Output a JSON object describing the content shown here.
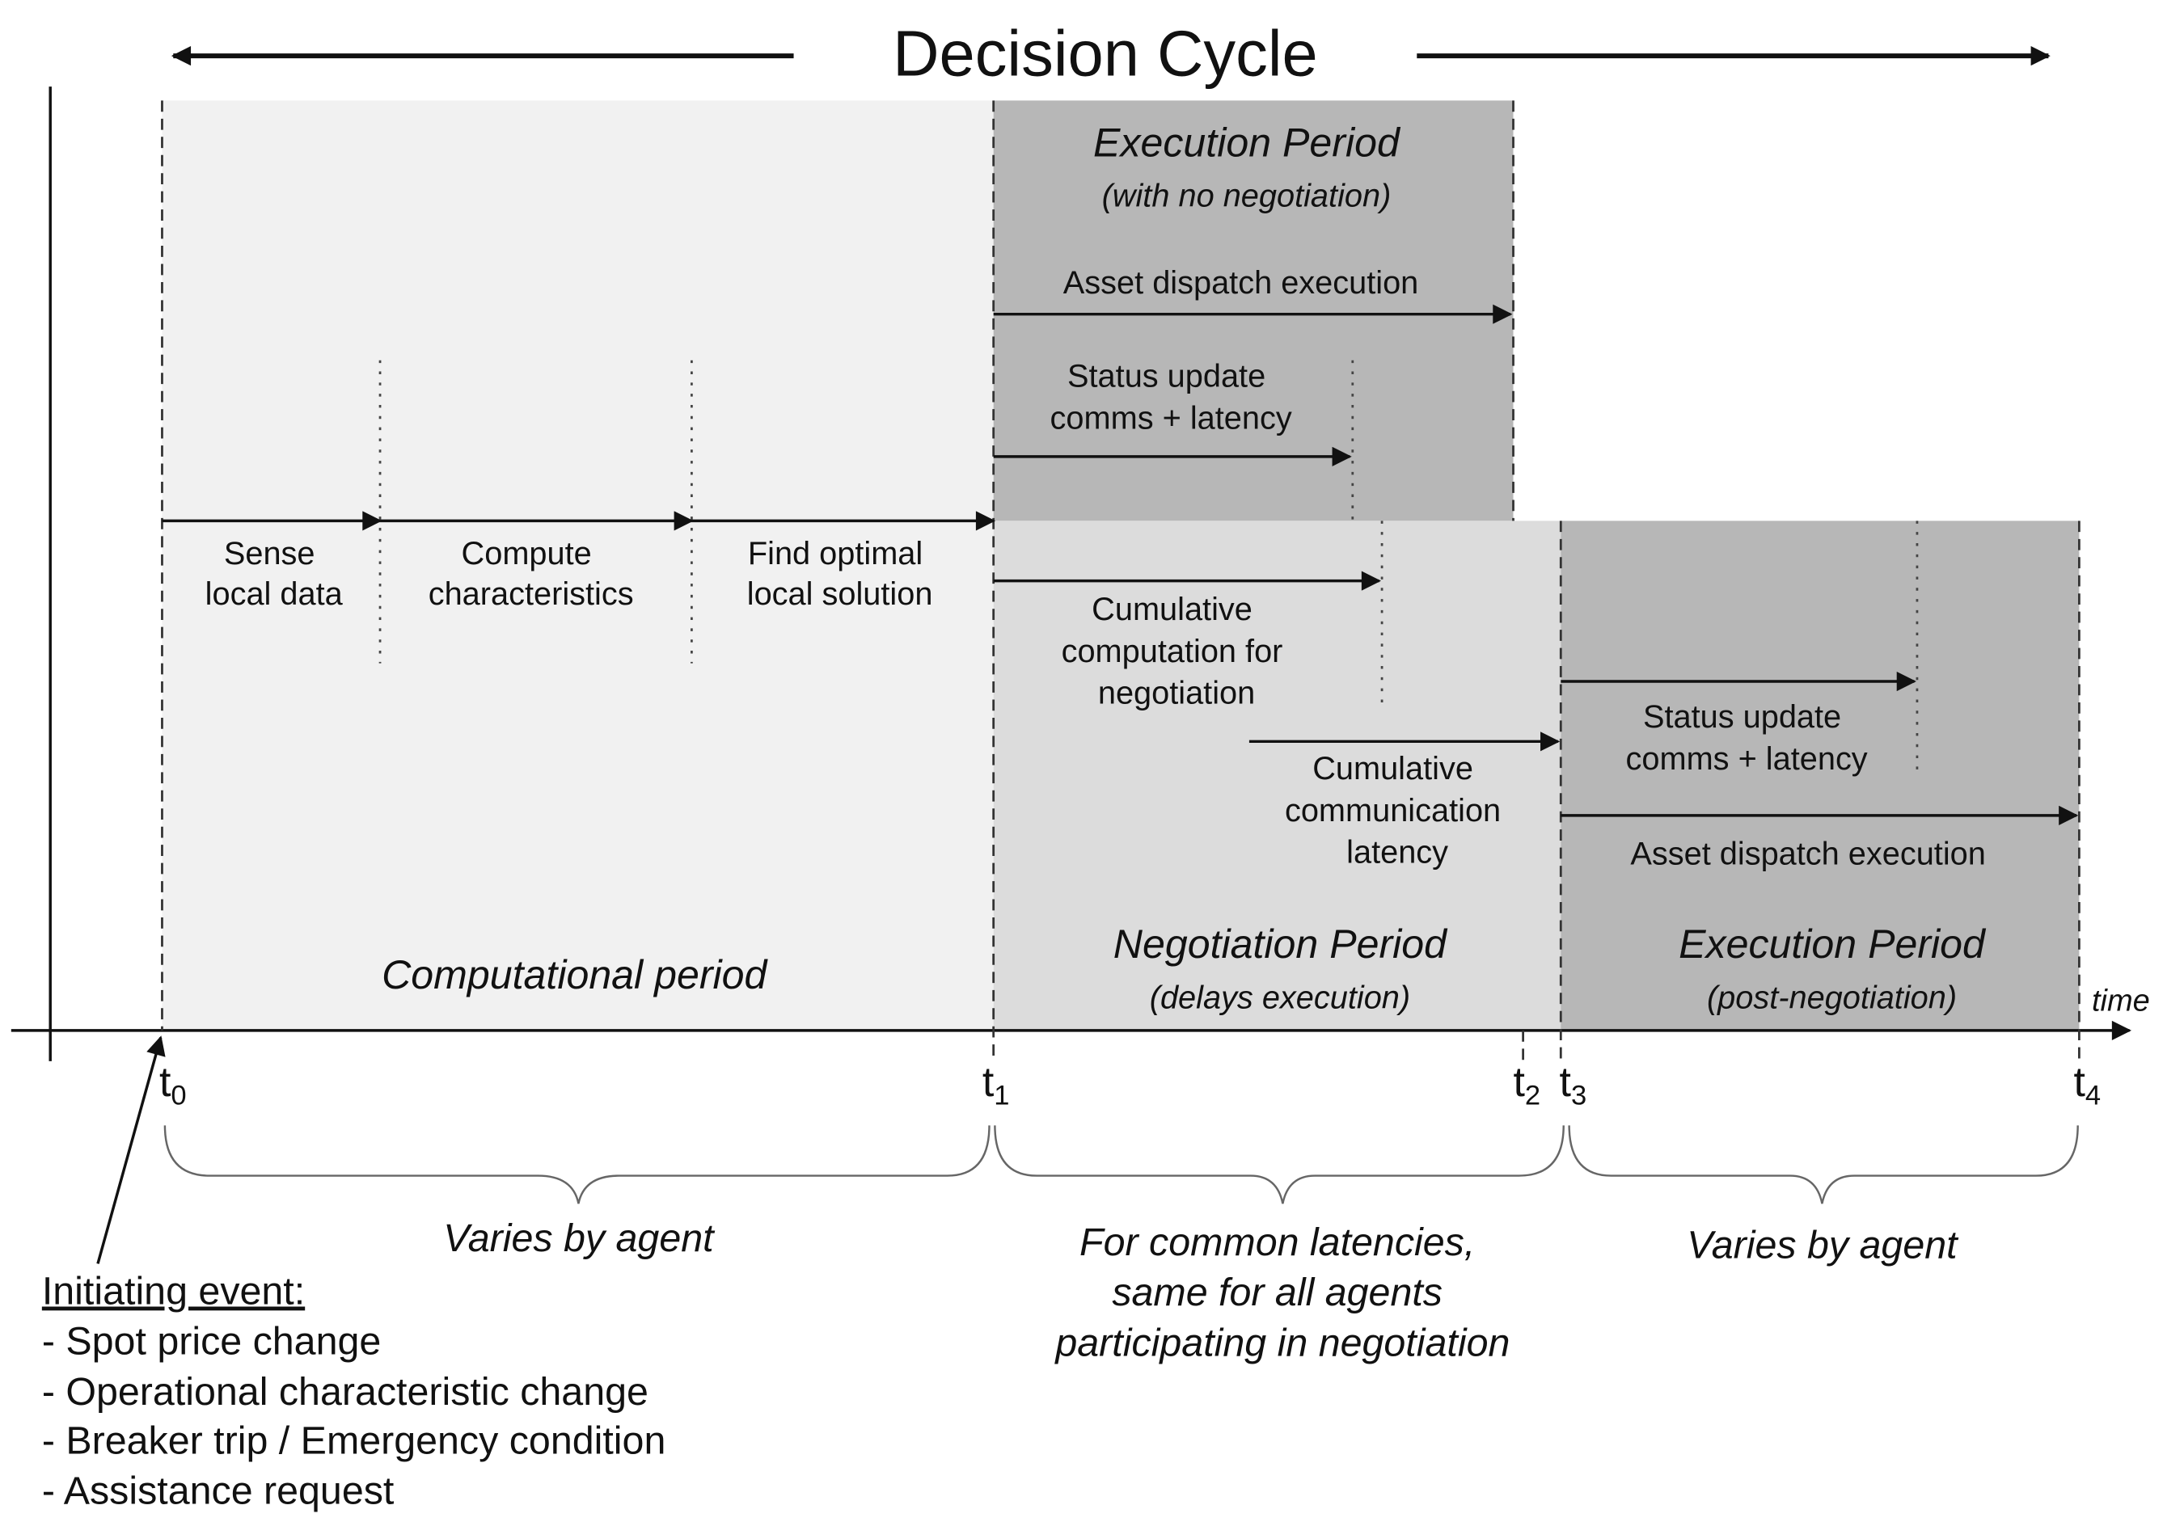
{
  "title": "Decision Cycle",
  "periods": {
    "computational": "Computational period",
    "execution_top": {
      "title": "Execution Period",
      "subtitle": "(with no negotiation)"
    },
    "negotiation": {
      "title": "Negotiation Period",
      "subtitle": "(delays execution)"
    },
    "execution_post": {
      "title": "Execution Period",
      "subtitle": "(post-negotiation)"
    }
  },
  "steps": {
    "sense": [
      "Sense",
      "local data"
    ],
    "compute": [
      "Compute",
      "characteristics"
    ],
    "find": [
      "Find optimal",
      "local solution"
    ]
  },
  "arrows": {
    "asset_dispatch_top": "Asset dispatch execution",
    "status_update_top": [
      "Status update",
      "comms + latency"
    ],
    "cumulative_computation": [
      "Cumulative",
      "computation for",
      "negotiation"
    ],
    "cumulative_communication": [
      "Cumulative",
      "communication",
      "latency"
    ],
    "status_update_right": [
      "Status update",
      "comms + latency"
    ],
    "asset_dispatch_right": "Asset dispatch execution"
  },
  "axis_label": "time",
  "time_labels": [
    {
      "base": "t",
      "sub": "0"
    },
    {
      "base": "t",
      "sub": "1"
    },
    {
      "base": "t",
      "sub": "2"
    },
    {
      "base": "t",
      "sub": "3"
    },
    {
      "base": "t",
      "sub": "4"
    }
  ],
  "braces": {
    "left": "Varies by agent",
    "middle": [
      "For common latencies,",
      "same for all agents",
      "participating in negotiation"
    ],
    "right": "Varies by agent"
  },
  "initiating_event": {
    "heading": "Initiating event:",
    "items": [
      "- Spot price change",
      "- Operational characteristic change",
      "- Breaker trip / Emergency condition",
      "- Assistance request"
    ]
  }
}
